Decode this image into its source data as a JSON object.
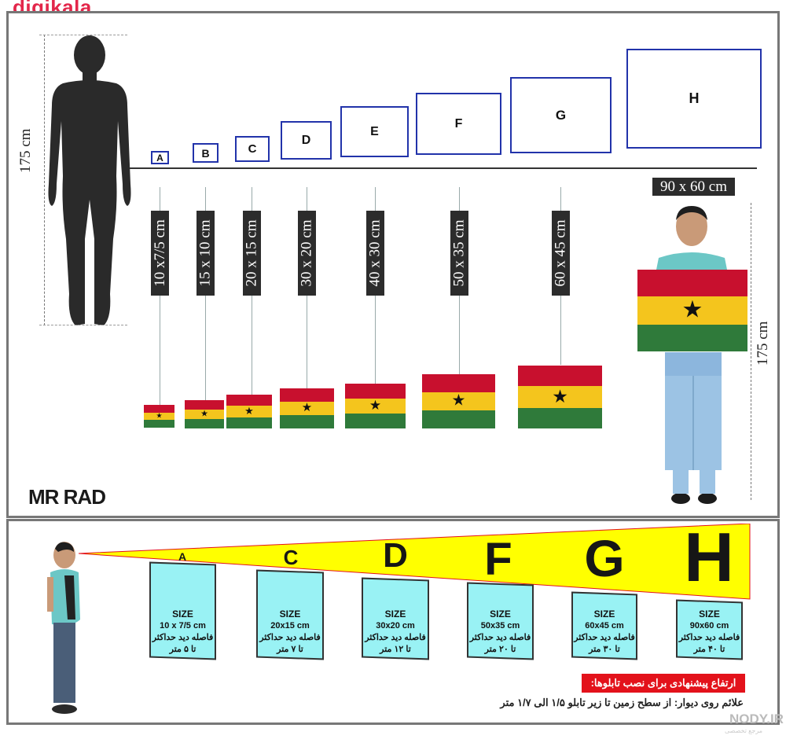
{
  "watermark_top": "digikala",
  "human_height_label": "175 cm",
  "size_boxes": [
    "A",
    "B",
    "C",
    "D",
    "E",
    "F",
    "G",
    "H"
  ],
  "dimension_tags": [
    "10 x7/5 cm",
    "15 x 10 cm",
    "20 x 15 cm",
    "30 x 20 cm",
    "40 x 30 cm",
    "50 x 35 cm",
    "60 x 45 cm"
  ],
  "person_tag": "90 x 60 cm",
  "person_height_label": "175 cm",
  "logo": "MR RAD",
  "bottom_letters": [
    "A",
    "C",
    "D",
    "F",
    "G",
    "H"
  ],
  "cards": [
    {
      "size": "SIZE",
      "dim": "10 x 7/5 cm",
      "line1": "فاصله دید حداکثر",
      "line2": "تا ۵ متر"
    },
    {
      "size": "SIZE",
      "dim": "20x15 cm",
      "line1": "فاصله دید حداکثر",
      "line2": "تا ۷ متر"
    },
    {
      "size": "SIZE",
      "dim": "30x20 cm",
      "line1": "فاصله دید حداکثر",
      "line2": "تا ۱۲ متر"
    },
    {
      "size": "SIZE",
      "dim": "50x35 cm",
      "line1": "فاصله دید حداکثر",
      "line2": "تا ۲۰ متر"
    },
    {
      "size": "SIZE",
      "dim": "60x45 cm",
      "line1": "فاصله دید حداکثر",
      "line2": "تا ۳۰ متر"
    },
    {
      "size": "SIZE",
      "dim": "90x60 cm",
      "line1": "فاصله دید حداکثر",
      "line2": "تا ۴۰ متر"
    }
  ],
  "install_heading": "ارتفاع پیشنهادی برای نصب تابلوها:",
  "install_note": "علائم روی دیوار: از سطح زمین تا زیر تابلو ۱/۵ الی ۱/۷ متر",
  "watermark_bottom": "NODY.IR",
  "watermark_bottom_sub": "مرجع تخصصی",
  "colors": {
    "flag_red": "#c8102e",
    "flag_yellow": "#f4c51d",
    "flag_green": "#2f7a3a",
    "box_border": "#2233aa",
    "card_fill": "#99f2f4",
    "cone_yellow": "#ffff00",
    "badge_red": "#e3121b"
  }
}
